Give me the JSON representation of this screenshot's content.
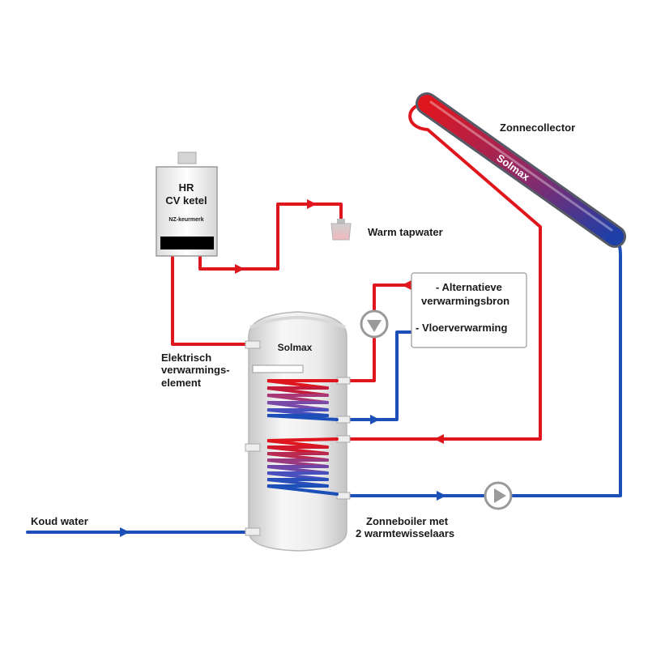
{
  "boiler": {
    "line1": "HR",
    "line2": "CV ketel",
    "line3": "NZ-keurmerk"
  },
  "labels": {
    "warm_tapwater": "Warm tapwater",
    "zonnecollector": "Zonnecollector",
    "collector_brand": "Solmax",
    "tank_brand": "Solmax",
    "alt_line1": "- Alternatieve",
    "alt_line2": "verwarmingsbron",
    "vloer": "- Vloerverwarming",
    "elektrisch_1": "Elektrisch",
    "elektrisch_2": "verwarmings-",
    "elektrisch_3": "element",
    "koud_water": "Koud water",
    "zonneboiler_1": "Zonneboiler met",
    "zonneboiler_2": "2 warmtewisselaars"
  },
  "colors": {
    "hot": "#e0161e",
    "cold": "#1c4fb8",
    "tank": "#e9e9ea",
    "outline": "#bcbcbc"
  }
}
